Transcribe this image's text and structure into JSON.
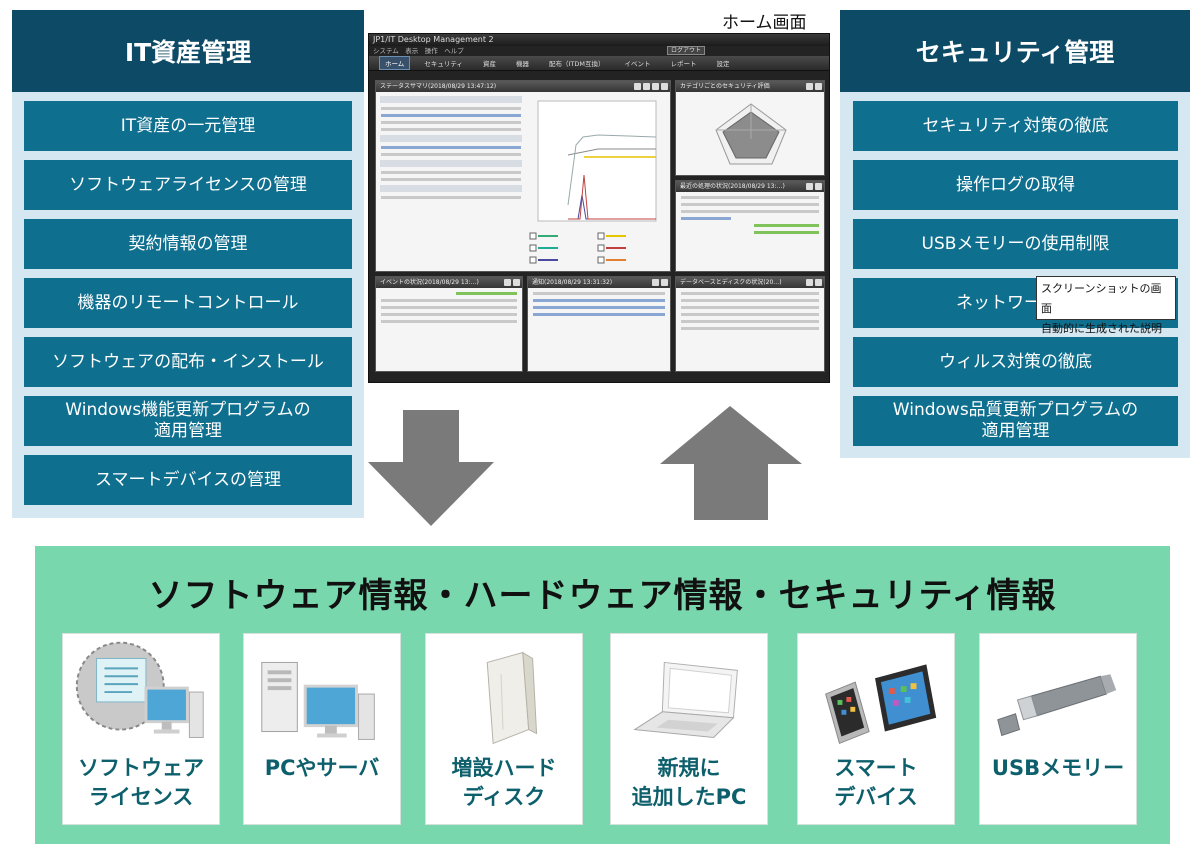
{
  "left_panel": {
    "title": "IT資産管理",
    "items": [
      {
        "label": "IT資産の一元管理"
      },
      {
        "label": "ソフトウェアライセンスの管理"
      },
      {
        "label": "契約情報の管理"
      },
      {
        "label": "機器のリモートコントロール"
      },
      {
        "label": "ソフトウェアの配布・インストール"
      },
      {
        "label": "Windows機能更新プログラムの\n適用管理"
      },
      {
        "label": "スマートデバイスの管理"
      }
    ]
  },
  "right_panel": {
    "title": "セキュリティ管理",
    "items": [
      {
        "label": "セキュリティ対策の徹底"
      },
      {
        "label": "操作ログの取得"
      },
      {
        "label": "USBメモリーの使用制限"
      },
      {
        "label": "ネットワーク接"
      },
      {
        "label": "ウィルス対策の徹底"
      },
      {
        "label": "Windows品質更新プログラムの\n適用管理"
      }
    ]
  },
  "screenshot": {
    "caption": "ホーム画面",
    "app_title": "JP1/IT Desktop Management 2",
    "menu": "システム　表示　操作　ヘルプ",
    "tabs": [
      "ホーム",
      "セキュリティ",
      "資産",
      "機器",
      "配布（ITDM互換）",
      "イベント",
      "レポート",
      "設定"
    ],
    "windows": [
      {
        "title": "ステータスサマリ(2018/08/29 13:47:12)"
      },
      {
        "title": "カテゴリごとのセキュリティ評価"
      },
      {
        "title": "最近の処理の状況(2018/08/29 13:…)"
      },
      {
        "title": "イベントの状況(2018/08/29 13:…)"
      },
      {
        "title": "通知(2018/08/29 13:31:32)"
      },
      {
        "title": "データベースとディスクの状況(20…)"
      }
    ]
  },
  "tooltip": {
    "line1": "スクリーンショットの画面",
    "line2": "自動的に生成された説明"
  },
  "bottom": {
    "title": "ソフトウェア情報・ハードウェア情報・セキュリティ情報",
    "cards": [
      {
        "label": "ソフトウェア\nライセンス",
        "icon": "software-license-icon"
      },
      {
        "label": "PCやサーバ",
        "icon": "pc-server-icon"
      },
      {
        "label": "増設ハード\nディスク",
        "icon": "external-disk-icon"
      },
      {
        "label": "新規に\n追加したPC",
        "icon": "laptop-icon"
      },
      {
        "label": "スマート\nデバイス",
        "icon": "smart-device-icon"
      },
      {
        "label": "USBメモリー",
        "icon": "usb-memory-icon"
      }
    ]
  },
  "colors": {
    "panel_header": "#0d4a66",
    "panel_item": "#0f6f8e",
    "panel_bg": "#d5e7f1",
    "info_bg": "#79d7ad",
    "card_label": "#0d5f6c",
    "arrow": "#7a7a7a"
  }
}
